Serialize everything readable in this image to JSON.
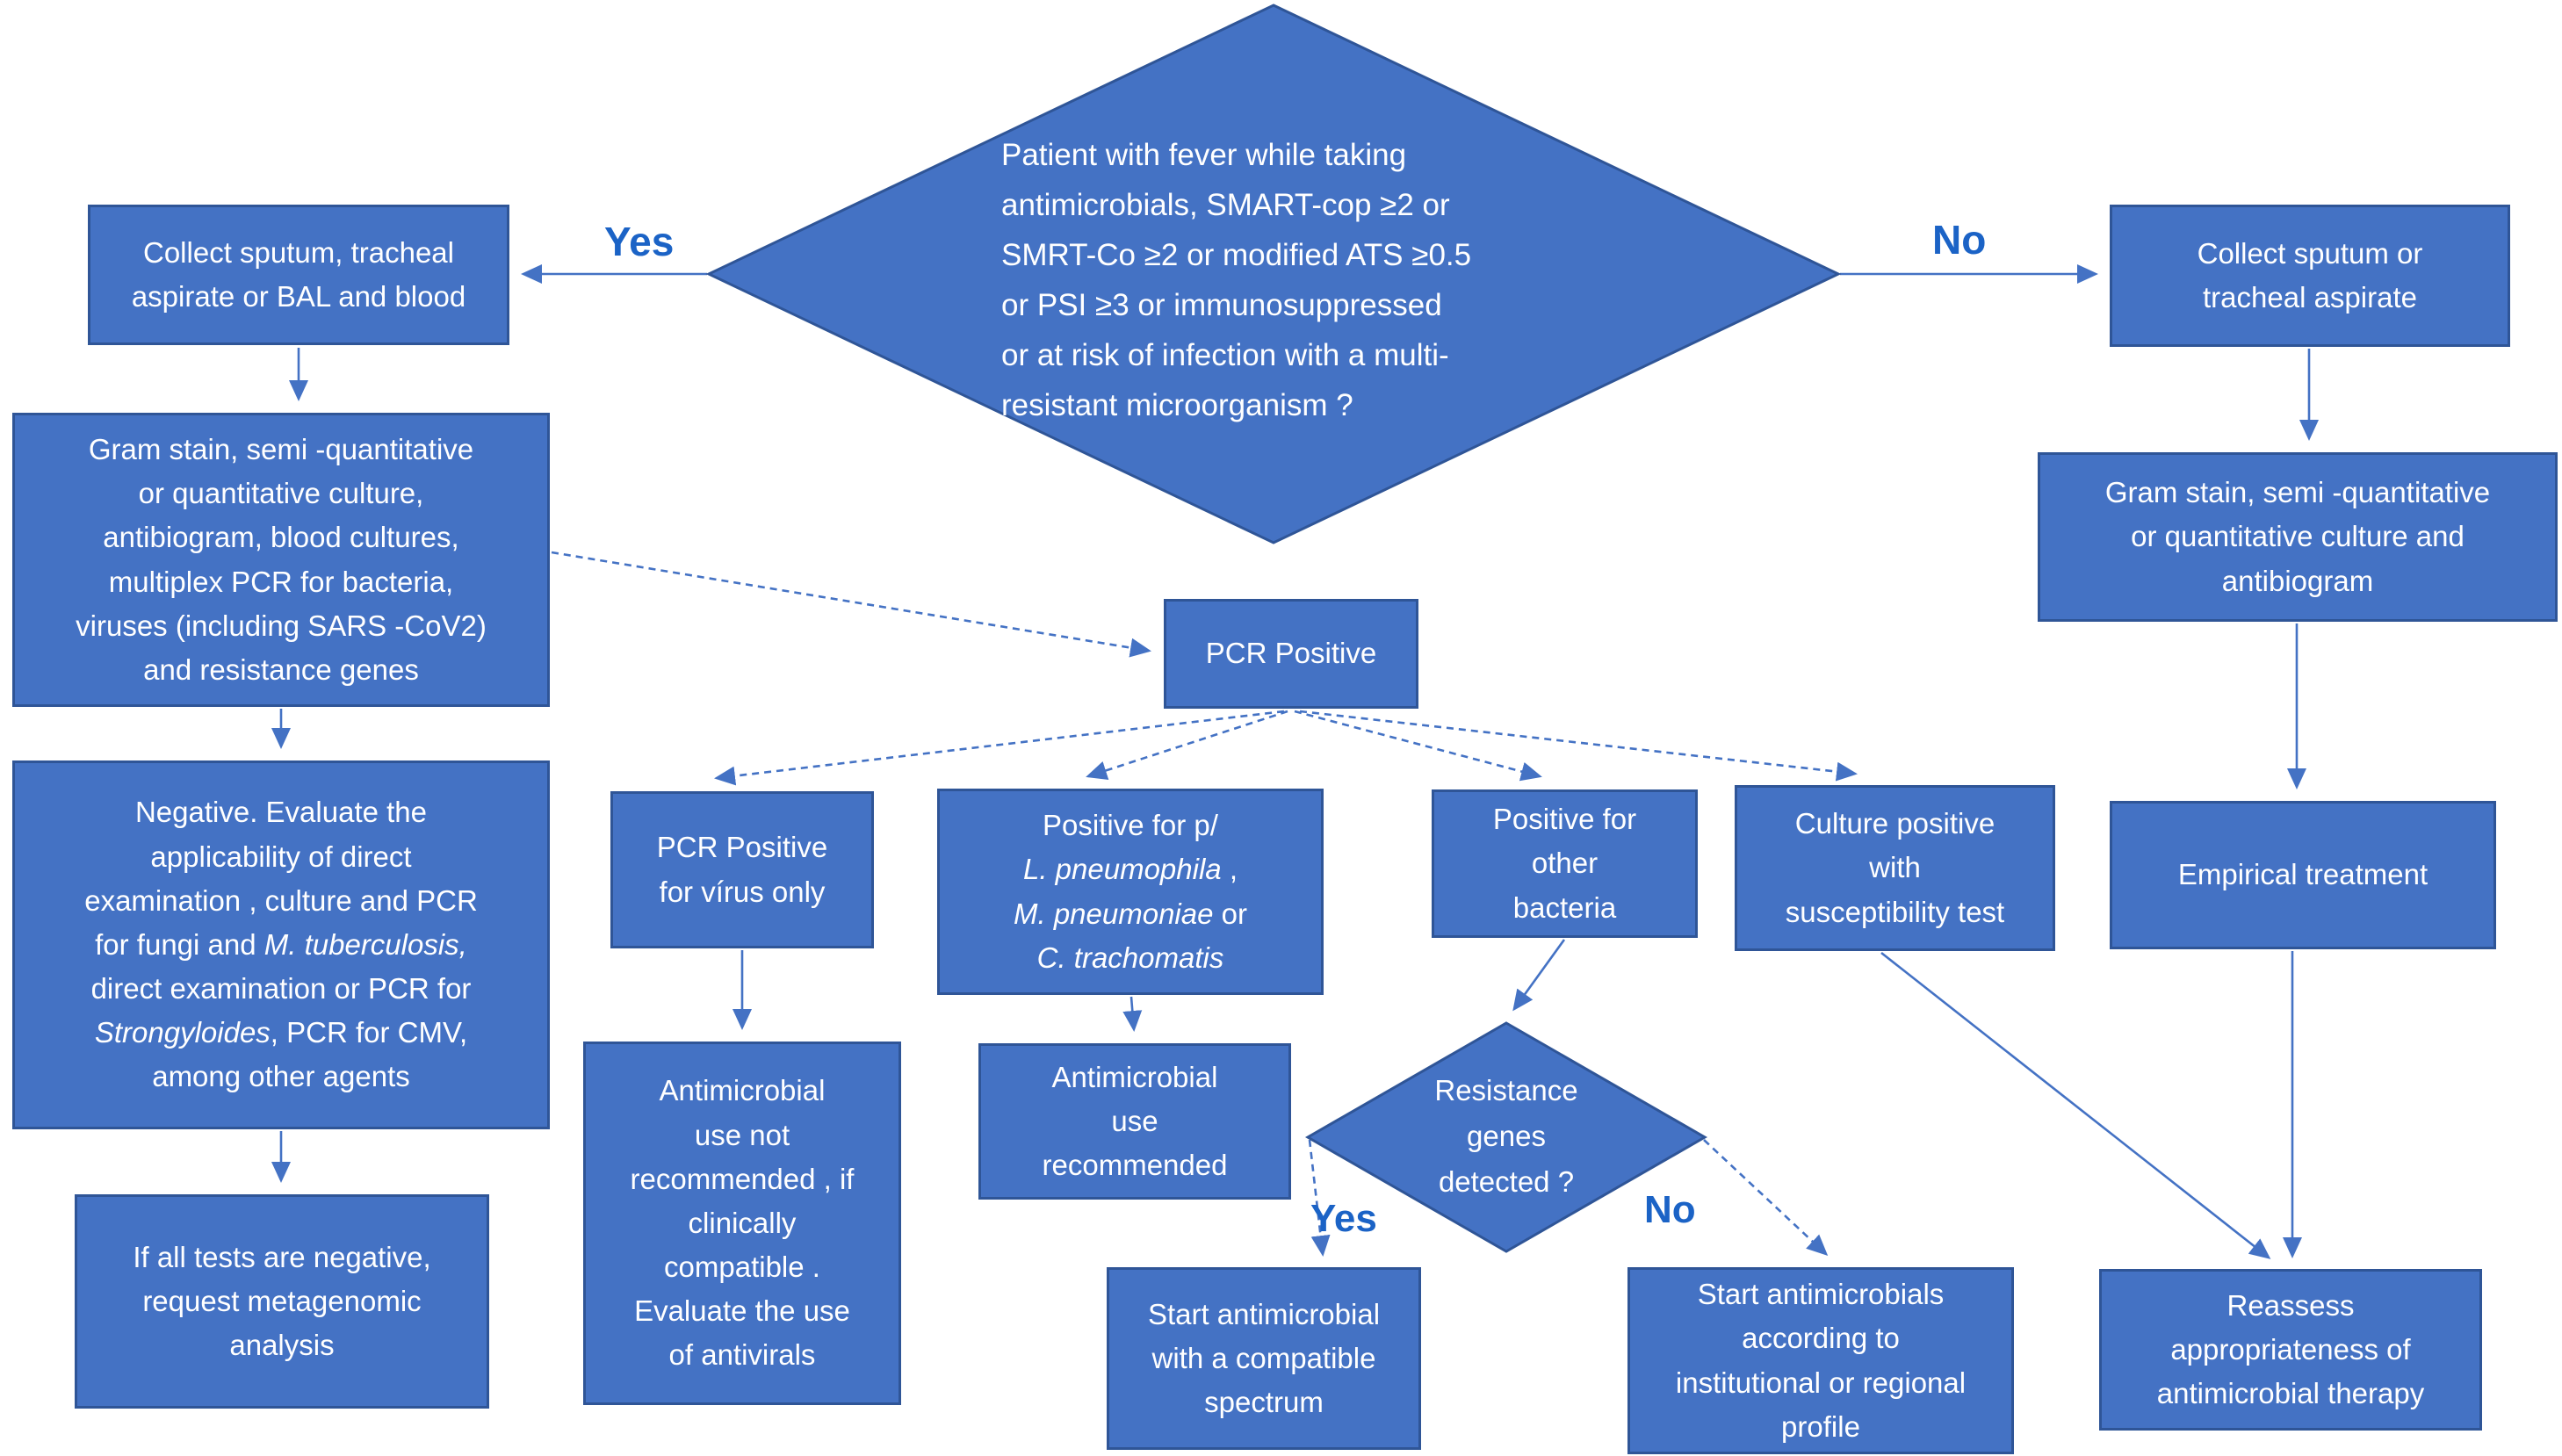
{
  "flowchart": {
    "colors": {
      "box_fill": "#4472C4",
      "box_border": "#2F5597",
      "line": "#4472C4",
      "label_blue": "#1B63C6",
      "text": "#FFFFFF"
    },
    "decisions": {
      "main": {
        "text": "Patient with fever while taking\nantimicrobials, SMART-cop ≥2 or\nSMRT-Co ≥2 or modified ATS ≥0.5\nor PSI ≥3 or immunosuppressed\nor at risk of infection with a multi-\nresistant microorganism ?"
      },
      "resistance": {
        "text": "Resistance\ngenes\ndetected ?"
      }
    },
    "labels": {
      "yes_main": "Yes",
      "no_main": "No",
      "yes_resistance": "Yes",
      "no_resistance": "No"
    },
    "nodes": {
      "collect_bal": {
        "text": "Collect sputum, tracheal\naspirate or BAL and blood"
      },
      "gram_left": {
        "text": "Gram stain, semi -quantitative\nor quantitative culture,\nantibiogram, blood cultures,\nmultiplex PCR for bacteria,\nviruses (including SARS -CoV2)\nand resistance genes"
      },
      "negative_evaluate": {
        "parts": [
          {
            "t": "Negative. Evaluate the\napplicability of direct\nexamination , culture and PCR\nfor fungi and "
          },
          {
            "t": "M. tuberculosis,",
            "italic": true
          },
          {
            "t": "\ndirect examination or PCR for\n"
          },
          {
            "t": "Strongyloides",
            "italic": true
          },
          {
            "t": ", PCR for CMV,\namong other agents"
          }
        ]
      },
      "metagenomic": {
        "text": "If all tests are negative,\nrequest metagenomic\nanalysis"
      },
      "pcr_positive": {
        "text": "PCR Positive"
      },
      "pcr_virus_only": {
        "text": "PCR Positive\nfor vírus only"
      },
      "positive_atypical": {
        "parts": [
          {
            "t": "Positive for p/\n"
          },
          {
            "t": "L. pneumophila",
            "italic": true
          },
          {
            "t": " ,\n"
          },
          {
            "t": "M. pneumoniae",
            "italic": true
          },
          {
            "t": " or\n"
          },
          {
            "t": "C. trachomatis",
            "italic": true
          }
        ]
      },
      "positive_other": {
        "text": "Positive for\nother\nbacteria"
      },
      "culture_positive": {
        "text": "Culture positive\nwith\nsusceptibility test"
      },
      "collect_sputum": {
        "text": "Collect sputum or\ntracheal aspirate"
      },
      "gram_right": {
        "text": "Gram stain, semi -quantitative\nor quantitative culture and\nantibiogram"
      },
      "empirical": {
        "text": "Empirical treatment"
      },
      "reassess": {
        "text": "Reassess\nappropriateness of\nantimicrobial therapy"
      },
      "no_antimicrobial": {
        "text": "Antimicrobial\nuse not\nrecommended , if\nclinically\ncompatible .\nEvaluate the use\nof antivirals"
      },
      "antimicrobial_rec": {
        "text": "Antimicrobial\nuse\nrecommended"
      },
      "start_compatible": {
        "text": "Start antimicrobial\nwith a compatible\nspectrum"
      },
      "start_institutional": {
        "text": "Start antimicrobials\naccording to\ninstitutional or regional\nprofile"
      }
    }
  }
}
